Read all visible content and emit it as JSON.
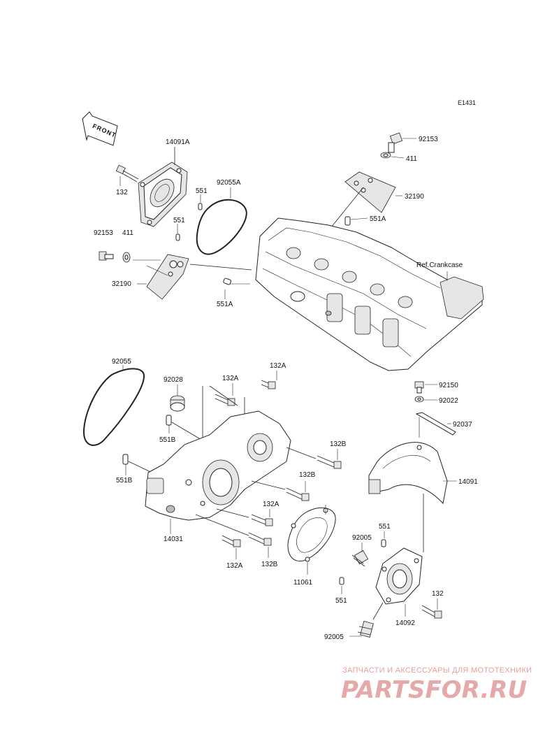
{
  "diagram": {
    "id_code": "E1431",
    "front_label": "FRONT",
    "ref_label": "Ref.Crankcase"
  },
  "parts": {
    "p14091A": "14091A",
    "p132_top": "132",
    "p551_top1": "551",
    "p92055A": "92055A",
    "p551_top2": "551",
    "p92153_left": "92153",
    "p411_left": "411",
    "p32190_left": "32190",
    "p551A_left": "551A",
    "p92153_right": "92153",
    "p411_right": "411",
    "p32190_right": "32190",
    "p551A_right": "551A",
    "p92055": "92055",
    "p92028": "92028",
    "p132A_1": "132A",
    "p132A_2": "132A",
    "p551B_1": "551B",
    "p551B_2": "551B",
    "p132B_1": "132B",
    "p132B_2": "132B",
    "p14031": "14031",
    "p132A_3": "132A",
    "p132A_4": "132A",
    "p132B_3": "132B",
    "p92150": "92150",
    "p92022": "92022",
    "p92037": "92037",
    "p14091": "14091",
    "p551_right": "551",
    "p92005_1": "92005",
    "p11061": "11061",
    "p551_bottom": "551",
    "p132_right": "132",
    "p14092": "14092",
    "p92005_2": "92005"
  },
  "watermark": {
    "tagline": "ЗАПЧАСТИ И АКСЕССУАРЫ ДЛЯ МОТОТЕХНИКИ",
    "brand": "PARTSFOR.RU"
  },
  "colors": {
    "line": "#222222",
    "watermark": "#c22a2a",
    "background": "#ffffff"
  }
}
